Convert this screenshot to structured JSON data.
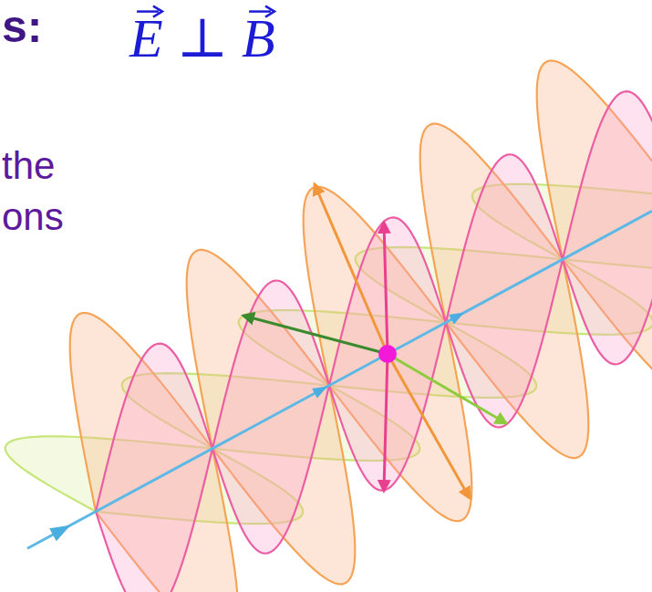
{
  "diagram": {
    "labels": [
      "s:",
      "E ⊥ B",
      "the",
      "ons"
    ]
  }
}
